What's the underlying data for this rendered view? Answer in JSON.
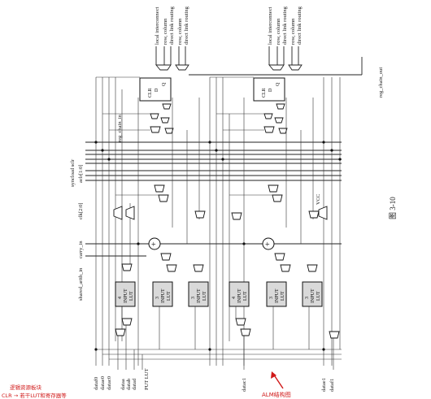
{
  "figure_caption": "图 3-10",
  "annotation_text": "ALM结构图",
  "corner_notes": [
    "逻辑资源板块",
    "CLR → 若干LUT和寄存器等"
  ],
  "top_signal_labels": [
    "local interconnect",
    "row, column",
    "direct link routing",
    "row, column",
    "direct link routing"
  ],
  "reg_chain_in": "reg_chain_in",
  "reg_chain_out": "reg_chain_out",
  "left_signals": {
    "syncload_sclr": "syncload sclr",
    "aclr": "aclr[1:0]",
    "clk": "clk[2:0]",
    "carry_in": "carry_in",
    "shared_arith_in": "shared_arith_in"
  },
  "vcc": "VCC",
  "ff_labels": {
    "clr": "CLR",
    "d": "D",
    "q": "Q"
  },
  "lut_blocks": [
    {
      "size": "4",
      "l1": "INPUT",
      "l2": "LUT"
    },
    {
      "size": "3",
      "l1": "INPUT",
      "l2": "LUT"
    },
    {
      "size": "3",
      "l1": "INPUT",
      "l2": "LUT"
    },
    {
      "size": "4",
      "l1": "INPUT",
      "l2": "LUT"
    },
    {
      "size": "3",
      "l1": "INPUT",
      "l2": "LUT"
    },
    {
      "size": "3",
      "l1": "INPUT",
      "l2": "LUT"
    }
  ],
  "bottom_labels": {
    "dataf0": "dataf0",
    "datae0": "datae0",
    "datac0": "datac0",
    "dataa": "dataa",
    "datab": "datab",
    "datad": "datad",
    "input_lut": "PUT LUT",
    "datac1": "datac1",
    "datae1": "datae1",
    "dataf1": "dataf1"
  }
}
